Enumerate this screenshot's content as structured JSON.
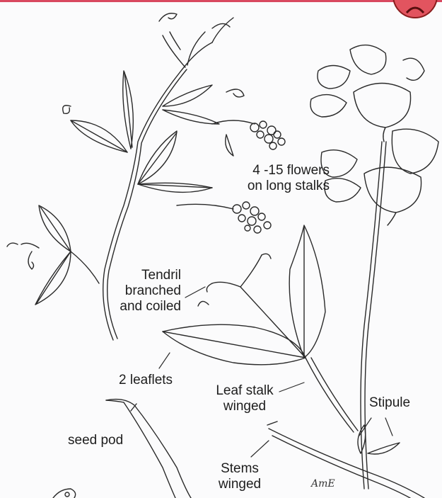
{
  "colors": {
    "accent": "#d9485f",
    "ink": "#2a2a2a",
    "paper": "#fbfbfc"
  },
  "badge": {
    "icon": "sad-face-icon"
  },
  "labels": {
    "flowers_line1": "4 -15 flowers",
    "flowers_line2": "on long stalks",
    "tendril_line1": "Tendril",
    "tendril_line2": "branched",
    "tendril_line3": "and coiled",
    "leaflets": "2 leaflets",
    "leafstalk_line1": "Leaf stalk",
    "leafstalk_line2": "winged",
    "stipule": "Stipule",
    "seedpod": "seed pod",
    "stems_line1": "Stems",
    "stems_line2": "winged"
  },
  "signature": "AmE"
}
